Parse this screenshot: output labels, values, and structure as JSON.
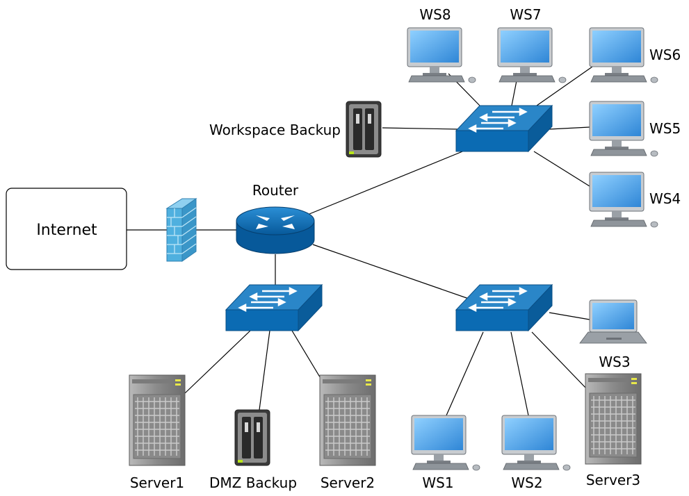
{
  "labels": {
    "internet": "Internet",
    "router": "Router",
    "workspace_backup": "Workspace Backup",
    "ws1": "WS1",
    "ws2": "WS2",
    "ws3": "WS3",
    "ws4": "WS4",
    "ws5": "WS5",
    "ws6": "WS6",
    "ws7": "WS7",
    "ws8": "WS8",
    "server1": "Server1",
    "server2": "Server2",
    "server3": "Server3",
    "dmz_backup": "DMZ Backup"
  },
  "colors": {
    "switch_top": "#2a86c8",
    "switch_front": "#0b6bb3",
    "router_body": "#0a6aae",
    "firewall": "#4fb0df",
    "monitor_screen": "#5ca9e6",
    "server_body": "#9a9a9a"
  }
}
